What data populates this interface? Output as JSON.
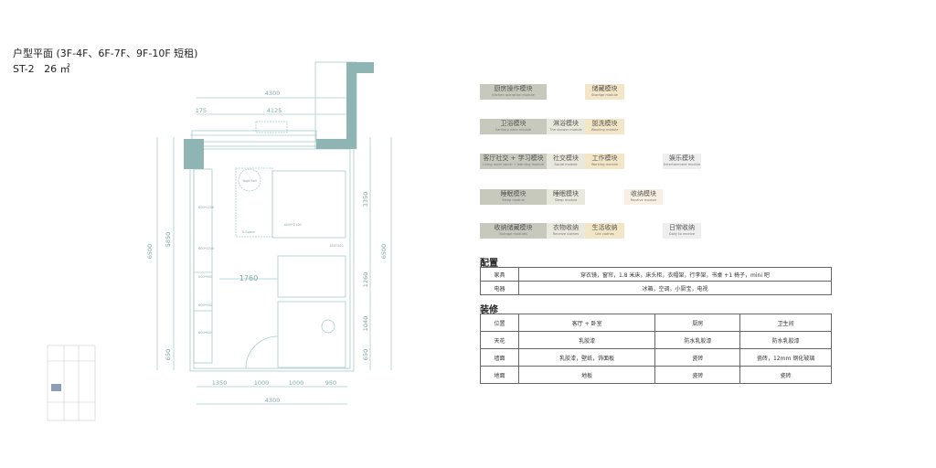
{
  "header": {
    "title": "户型平面 (3F-4F、6F-7F、9F-10F 短租)",
    "unit": "ST-2",
    "area": "26 ㎡"
  },
  "plan": {
    "dims_top": [
      "4300",
      "175",
      "4125"
    ],
    "dims_bottom": [
      "1350",
      "1000",
      "1000",
      "950",
      "4300"
    ],
    "dims_left": [
      "6500",
      "5850",
      "650"
    ],
    "dims_right": [
      "3350",
      "1260",
      "1040",
      "650",
      "6500"
    ],
    "inner_dim": "1760",
    "labels": {
      "yoga": "Yoga Ball",
      "xspace": "X-Space",
      "bed": "1800*2100",
      "side": "450*450",
      "c1": "600*1200",
      "c2": "600*1200",
      "c3": "900*900",
      "c4": "600*900",
      "c5": "600*600"
    },
    "wall_color": "#8fb4b4",
    "line_color": "#a9cccc"
  },
  "modules": [
    {
      "cn": "厨房操作模块",
      "en": "Kitchen operation module",
      "color": "#c8c9bd"
    },
    {
      "cn": "储藏模块",
      "en": "Storage module",
      "color": "#f3e6c6"
    },
    {
      "cn": "卫浴模块",
      "en": "Sanitary ware module",
      "color": "#c8c9bd"
    },
    {
      "cn": "淋浴模块",
      "en": "The shower module",
      "color": "#e9e8dc"
    },
    {
      "cn": "盥洗模块",
      "en": "Washing module",
      "color": "#f3e6c6"
    },
    {
      "cn": "客厅社交 + 学习模块",
      "en": "Living room social + learning module",
      "color": "#c8c9bd"
    },
    {
      "cn": "社交模块",
      "en": "Social module",
      "color": "#e9e8dc"
    },
    {
      "cn": "工作模块",
      "en": "Working module",
      "color": "#f3e6c6"
    },
    {
      "cn": "娱乐模块",
      "en": "Entertainment module",
      "color": "#eeeeee"
    },
    {
      "cn": "睡眠模块",
      "en": "Sleep module",
      "color": "#c8c9bd"
    },
    {
      "cn": "睡眠模块",
      "en": "Sleep module",
      "color": "#e9e8dc"
    },
    {
      "cn": "收纳模块",
      "en": "Receive module",
      "color": "#f8f1e3"
    },
    {
      "cn": "收纳储藏模块",
      "en": "Storage modules",
      "color": "#c8c9bd"
    },
    {
      "cn": "衣物收纳",
      "en": "Receive clothes",
      "color": "#e9e8dc"
    },
    {
      "cn": "生活收纳",
      "en": "Life clothes",
      "color": "#f3e6c6"
    },
    {
      "cn": "日常收纳",
      "en": "Daily to receive",
      "color": "#eeeeee"
    }
  ],
  "config": {
    "heading": "配置",
    "rows": [
      [
        "家具",
        "穿衣镜，窗帘，1.8 米床，床头柜，衣帽架，行李架，书桌 +1 椅子，mini 吧"
      ],
      [
        "电器",
        "冰箱，空调，小厨宝，电视"
      ]
    ]
  },
  "finish": {
    "heading": "装修",
    "rows": [
      [
        "位置",
        "客厅 + 卧室",
        "厨房",
        "卫生间"
      ],
      [
        "天花",
        "乳胶漆",
        "防水乳胶漆",
        "防水乳胶漆"
      ],
      [
        "墙面",
        "乳胶漆，壁纸，饰面板",
        "瓷砖",
        "瓷砖，12mm 钢化玻璃"
      ],
      [
        "地面",
        "地板",
        "瓷砖",
        "瓷砖"
      ]
    ]
  }
}
